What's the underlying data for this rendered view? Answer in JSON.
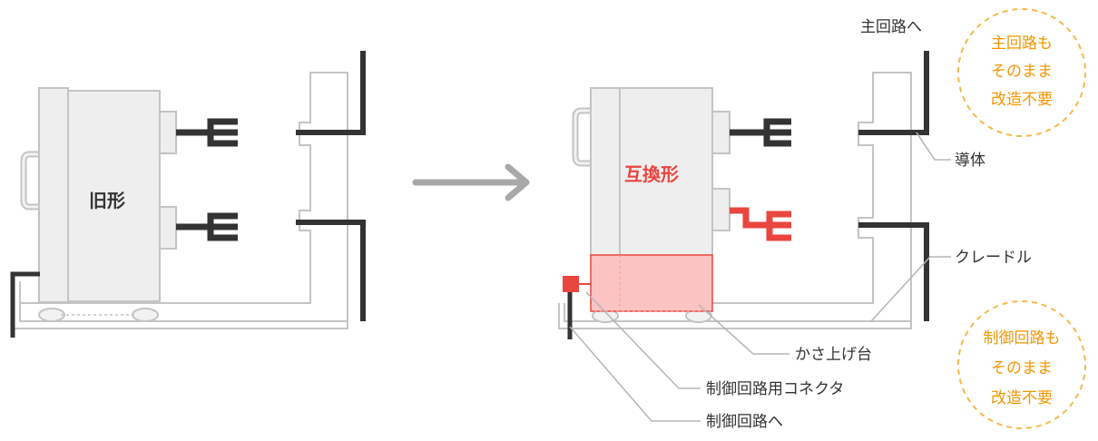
{
  "old_label": "旧形",
  "new_label": "互換形",
  "callouts": {
    "main_circuit": "主回路へ",
    "conductor": "導体",
    "cradle": "クレードル",
    "riser": "かさ上げ台",
    "control_connector": "制御回路用コネクタ",
    "control_circuit": "制御回路へ"
  },
  "badges": {
    "top": [
      "主回路も",
      "そのまま",
      "改造不要"
    ],
    "bottom": [
      "制御回路も",
      "そのまま",
      "改造不要"
    ]
  },
  "colors": {
    "accent_red": "#e8463f",
    "highlight_fill": "#fcc3c3",
    "badge_orange": "#f29600",
    "conductor": "#333333",
    "outline_gray": "#c4c4c4",
    "body_fill": "#eeeeee",
    "arrow_gray": "#a8a8a8"
  }
}
